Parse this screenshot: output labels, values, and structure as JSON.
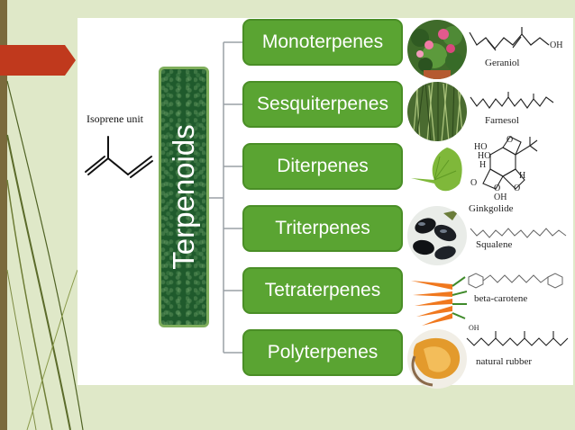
{
  "colors": {
    "background": "#dfe8c8",
    "accent_red": "#c0391d",
    "box_green": "#5aa432",
    "terpenoids_green": "#1f5a2c"
  },
  "isoprene": {
    "label": "Isoprene unit"
  },
  "root": {
    "label": "Terpenoids"
  },
  "classes": [
    {
      "label": "Monoterpenes",
      "compound": "Geraniol",
      "image": "flower-pot"
    },
    {
      "label": "Sesquiterpenes",
      "compound": "Farnesol",
      "image": "grass"
    },
    {
      "label": "Diterpenes",
      "compound": "Ginkgolide",
      "image": "ginkgo-leaf",
      "structure_text": [
        "HO",
        "HO",
        "H",
        "H",
        "O",
        "OH",
        "O",
        "O",
        "O"
      ]
    },
    {
      "label": "Triterpenes",
      "compound": "Squalene",
      "image": "olives"
    },
    {
      "label": "Tetraterpenes",
      "compound": "beta-carotene",
      "image": "carrots"
    },
    {
      "label": "Polyterpenes",
      "compound": "natural rubber",
      "image": "rubber",
      "structure_text": [
        "OH"
      ]
    }
  ],
  "geraniol_oh": "OH"
}
